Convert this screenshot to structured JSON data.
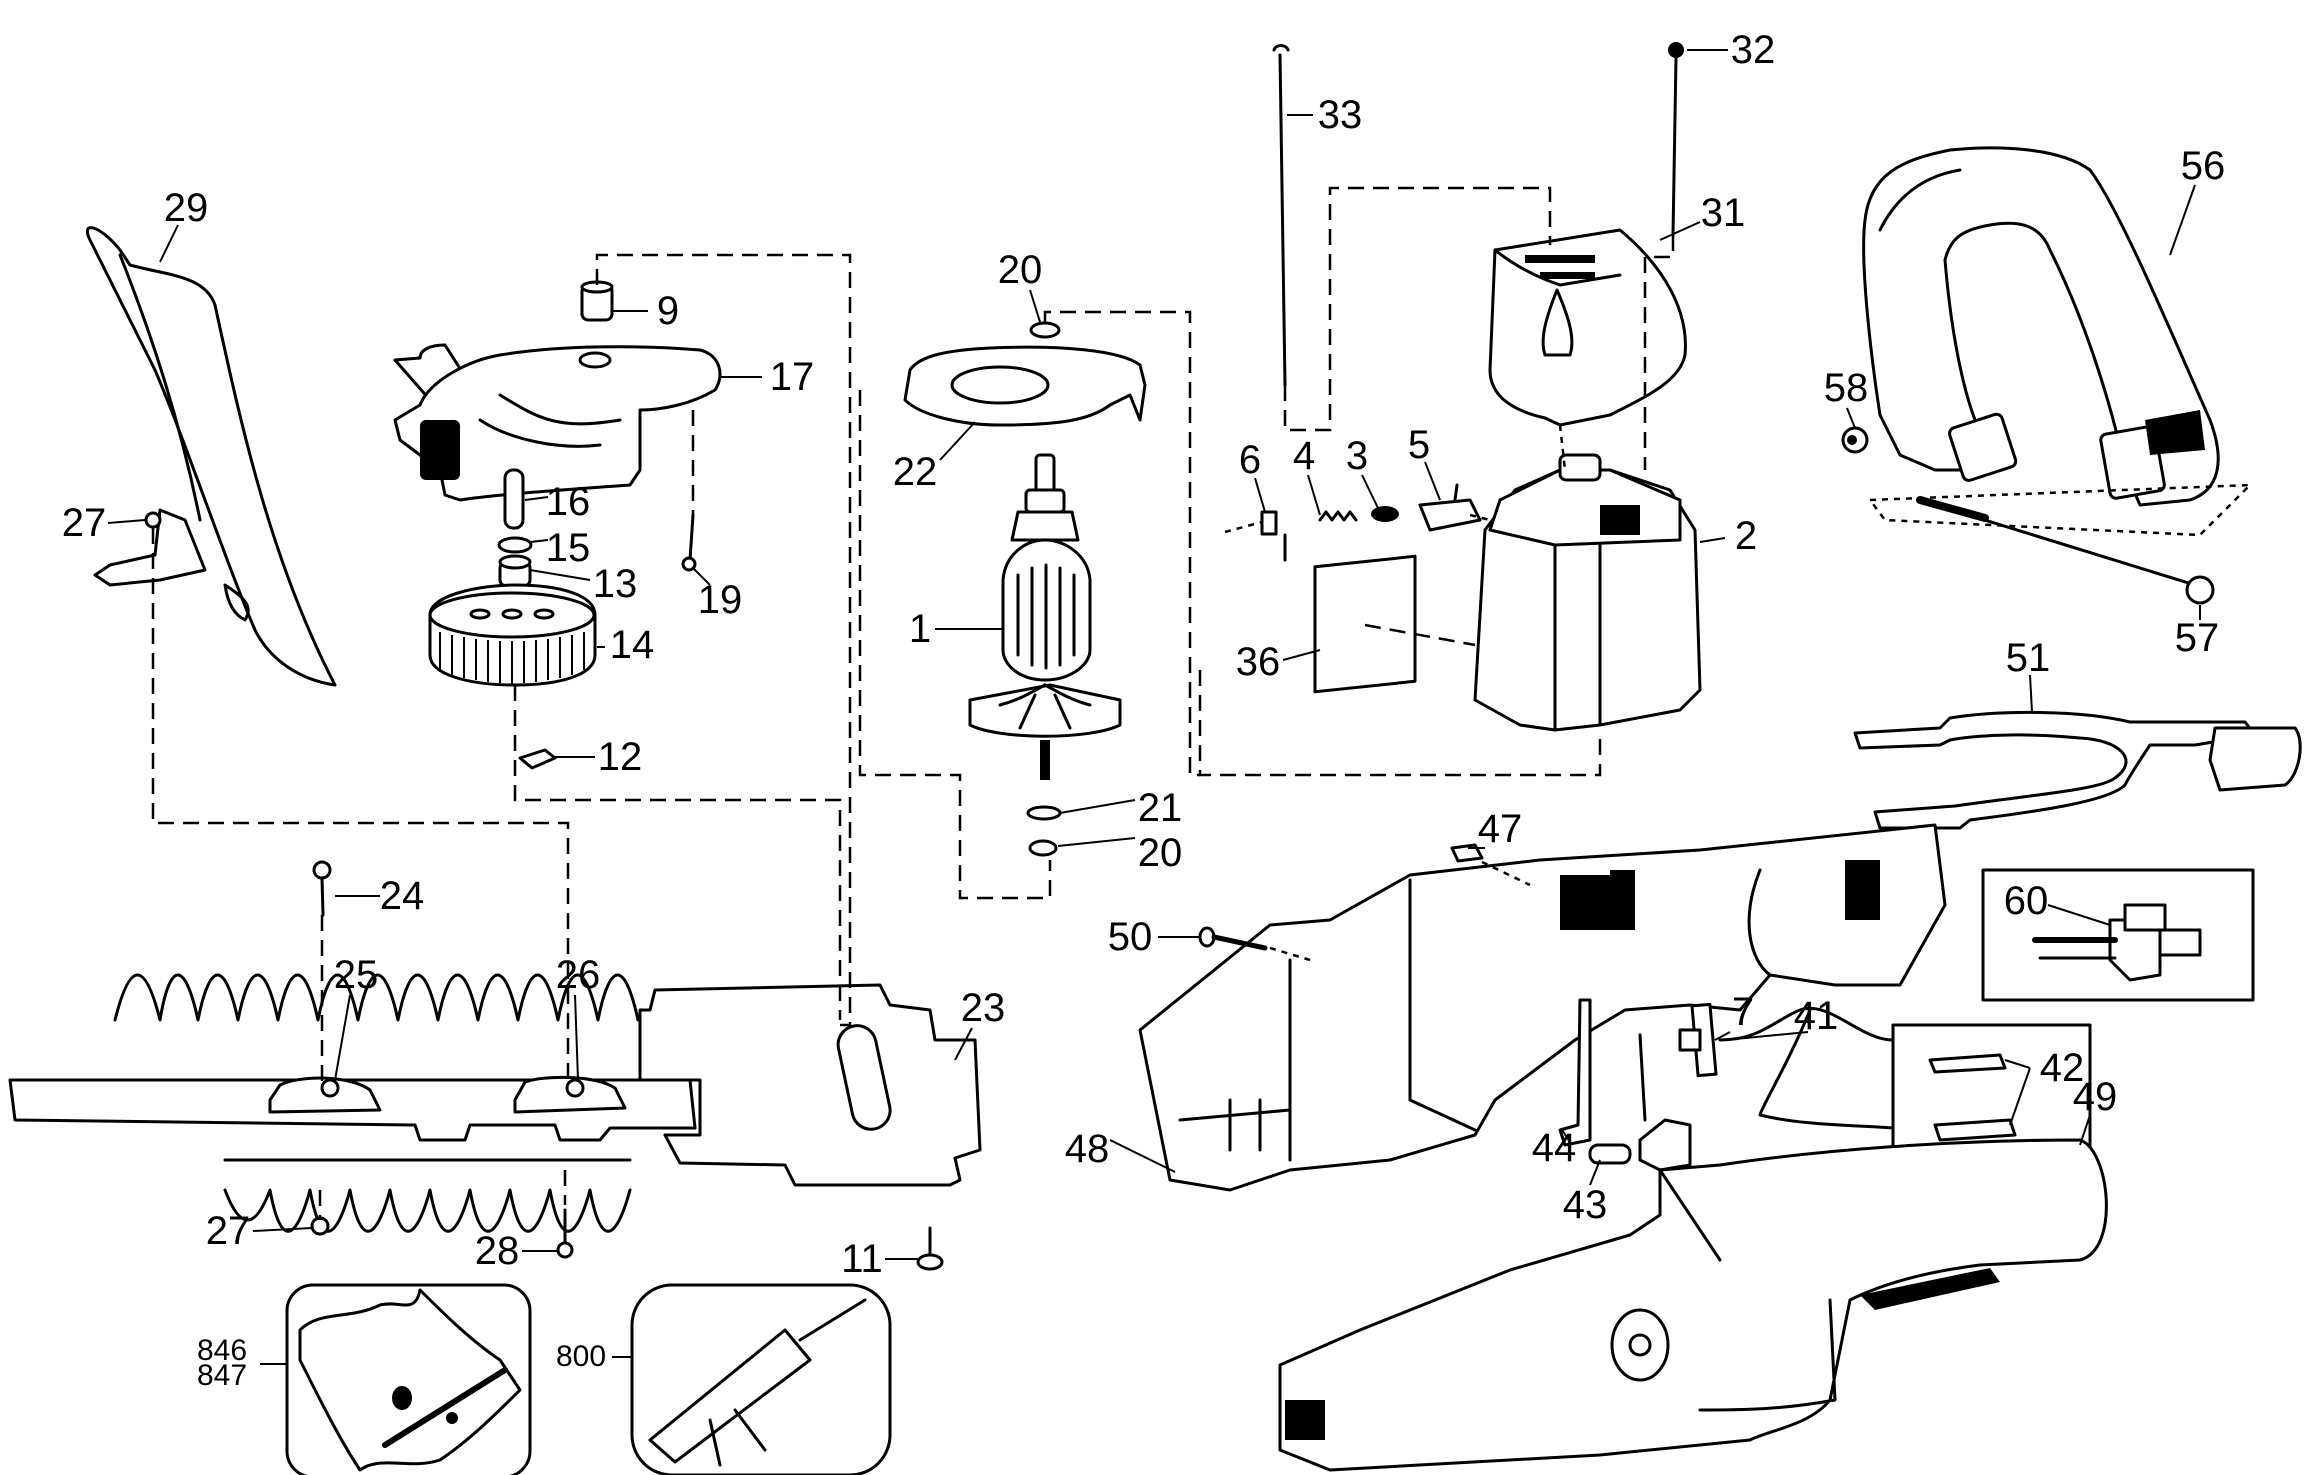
{
  "diagram": {
    "type": "exploded-parts-diagram",
    "subject": "electric hedge trimmer",
    "background_color": "#ffffff",
    "line_color": "#000000"
  },
  "callouts": [
    {
      "id": "29",
      "label": "29",
      "part": "blade guard"
    },
    {
      "id": "9",
      "label": "9",
      "part": "bushing"
    },
    {
      "id": "17",
      "label": "17",
      "part": "gear case"
    },
    {
      "id": "27a",
      "label": "27",
      "part": "nut"
    },
    {
      "id": "16",
      "label": "16",
      "part": "pin"
    },
    {
      "id": "15",
      "label": "15",
      "part": "washer"
    },
    {
      "id": "13",
      "label": "13",
      "part": "bearing"
    },
    {
      "id": "19",
      "label": "19",
      "part": "screw"
    },
    {
      "id": "14",
      "label": "14",
      "part": "gear"
    },
    {
      "id": "12",
      "label": "12",
      "part": "slide block"
    },
    {
      "id": "20a",
      "label": "20",
      "part": "washer"
    },
    {
      "id": "22",
      "label": "22",
      "part": "baffle"
    },
    {
      "id": "1",
      "label": "1",
      "part": "armature"
    },
    {
      "id": "21",
      "label": "21",
      "part": "washer"
    },
    {
      "id": "20b",
      "label": "20",
      "part": "washer"
    },
    {
      "id": "33",
      "label": "33",
      "part": "screw"
    },
    {
      "id": "32",
      "label": "32",
      "part": "screw"
    },
    {
      "id": "31",
      "label": "31",
      "part": "end cap"
    },
    {
      "id": "6",
      "label": "6",
      "part": "brush terminal"
    },
    {
      "id": "4",
      "label": "4",
      "part": "spring"
    },
    {
      "id": "3",
      "label": "3",
      "part": "brush"
    },
    {
      "id": "5",
      "label": "5",
      "part": "brush holder"
    },
    {
      "id": "2",
      "label": "2",
      "part": "field housing"
    },
    {
      "id": "36",
      "label": "36",
      "part": "nameplate"
    },
    {
      "id": "56",
      "label": "56",
      "part": "front handle"
    },
    {
      "id": "58",
      "label": "58",
      "part": "nut"
    },
    {
      "id": "57",
      "label": "57",
      "part": "screw"
    },
    {
      "id": "51",
      "label": "51",
      "part": "hand guard"
    },
    {
      "id": "24",
      "label": "24",
      "part": "screw"
    },
    {
      "id": "25",
      "label": "25",
      "part": "spacer"
    },
    {
      "id": "26",
      "label": "26",
      "part": "spacer"
    },
    {
      "id": "23",
      "label": "23",
      "part": "blade assembly"
    },
    {
      "id": "27b",
      "label": "27",
      "part": "nut"
    },
    {
      "id": "28",
      "label": "28",
      "part": "screw"
    },
    {
      "id": "11",
      "label": "11",
      "part": "screw"
    },
    {
      "id": "846",
      "label": "846",
      "part": "kit"
    },
    {
      "id": "847",
      "label": "847",
      "part": "kit"
    },
    {
      "id": "800",
      "label": "800",
      "part": "cord retainer"
    },
    {
      "id": "47",
      "label": "47",
      "part": "label"
    },
    {
      "id": "50",
      "label": "50",
      "part": "screw"
    },
    {
      "id": "60",
      "label": "60",
      "part": "plug"
    },
    {
      "id": "7",
      "label": "7",
      "part": "switch"
    },
    {
      "id": "41",
      "label": "41",
      "part": "wire"
    },
    {
      "id": "42",
      "label": "42",
      "part": "terminals"
    },
    {
      "id": "44",
      "label": "44",
      "part": "lever"
    },
    {
      "id": "48",
      "label": "48",
      "part": "housing half"
    },
    {
      "id": "43",
      "label": "43",
      "part": "switch trigger"
    },
    {
      "id": "49",
      "label": "49",
      "part": "housing half"
    }
  ]
}
